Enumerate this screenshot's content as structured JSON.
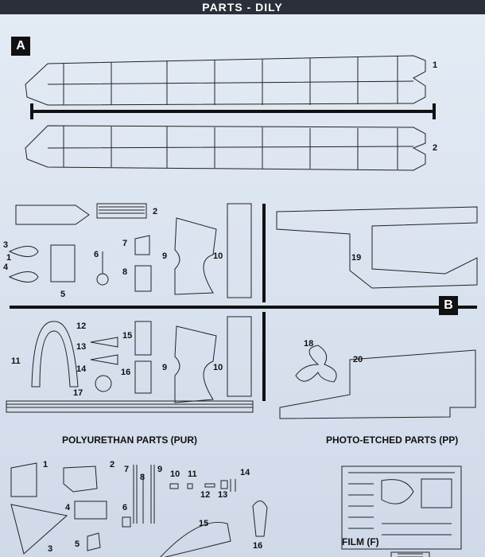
{
  "header": {
    "title": "PARTS - DILY"
  },
  "section_a": {
    "badge": "A",
    "hull_upper_num": "1",
    "hull_lower_num": "2"
  },
  "section_b": {
    "badge": "B"
  },
  "parts_a": [
    "1",
    "2",
    "3",
    "4",
    "5",
    "6",
    "7",
    "8",
    "9",
    "10",
    "19"
  ],
  "parts_b": [
    "11",
    "12",
    "13",
    "14",
    "15",
    "16",
    "17",
    "9",
    "10",
    "18",
    "20"
  ],
  "pur": {
    "title": "POLYURETHAN PARTS (PUR)",
    "nums": [
      "1",
      "2",
      "3",
      "4",
      "5",
      "6",
      "7",
      "8",
      "9",
      "10",
      "11",
      "12",
      "13",
      "14",
      "15",
      "16"
    ]
  },
  "pp": {
    "title": "PHOTO-ETCHED PARTS (PP)"
  },
  "film": {
    "title": "FILM (F)"
  }
}
